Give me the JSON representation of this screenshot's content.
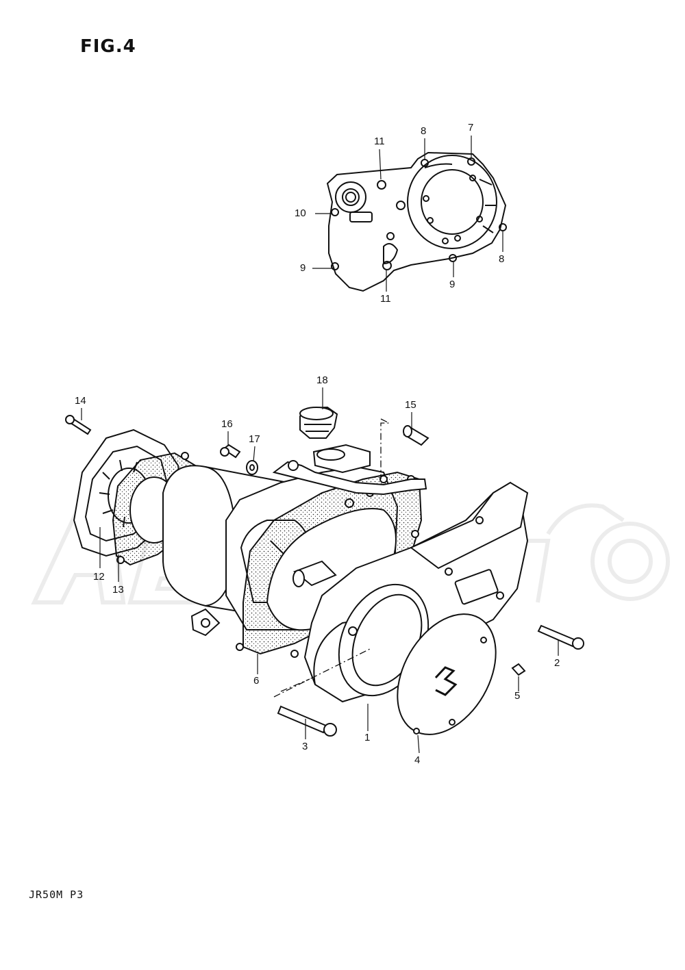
{
  "figure": {
    "title": "FIG.4",
    "code": "JR50M P3"
  },
  "watermark": {
    "text": "AeroRoom",
    "color": "#e6e6e6"
  },
  "callouts": [
    {
      "id": "c1",
      "label": "1"
    },
    {
      "id": "c2",
      "label": "2"
    },
    {
      "id": "c3",
      "label": "3"
    },
    {
      "id": "c4",
      "label": "4"
    },
    {
      "id": "c5",
      "label": "5"
    },
    {
      "id": "c6",
      "label": "6"
    },
    {
      "id": "c7",
      "label": "7"
    },
    {
      "id": "c8a",
      "label": "8"
    },
    {
      "id": "c8b",
      "label": "8"
    },
    {
      "id": "c9a",
      "label": "9"
    },
    {
      "id": "c9b",
      "label": "9"
    },
    {
      "id": "c10",
      "label": "10"
    },
    {
      "id": "c11a",
      "label": "11"
    },
    {
      "id": "c11b",
      "label": "11"
    },
    {
      "id": "c12",
      "label": "12"
    },
    {
      "id": "c13",
      "label": "13"
    },
    {
      "id": "c14",
      "label": "14"
    },
    {
      "id": "c15",
      "label": "15"
    },
    {
      "id": "c16",
      "label": "16"
    },
    {
      "id": "c17",
      "label": "17"
    },
    {
      "id": "c18",
      "label": "18"
    }
  ]
}
